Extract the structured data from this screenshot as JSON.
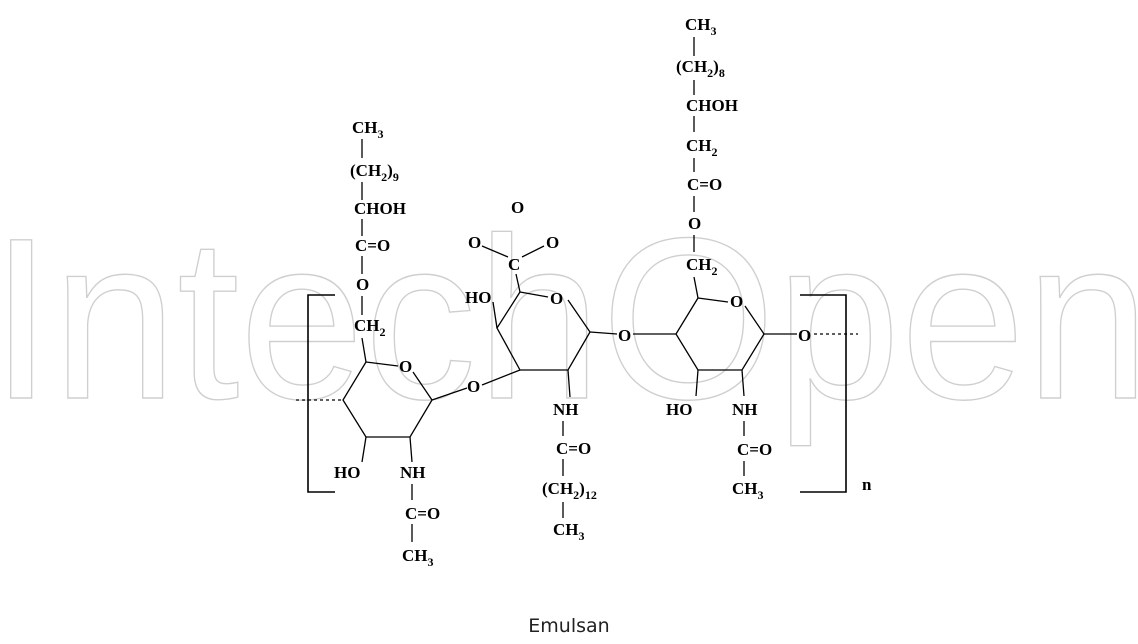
{
  "watermark": "IntechOpen",
  "caption": "Emulsan",
  "repeat_index": "n",
  "groups": {
    "ch3": "CH",
    "ch3_sub": "3",
    "ch2": "CH",
    "ch2_sub": "2",
    "ch2_open": "(CH",
    "close": ")",
    "rep9": "9",
    "rep8": "8",
    "rep12": "12",
    "chohhydroxy": "CHOH",
    "c": "C",
    "o": "O",
    "eq_o": "=O",
    "nh": "NH",
    "ho": "HO"
  }
}
